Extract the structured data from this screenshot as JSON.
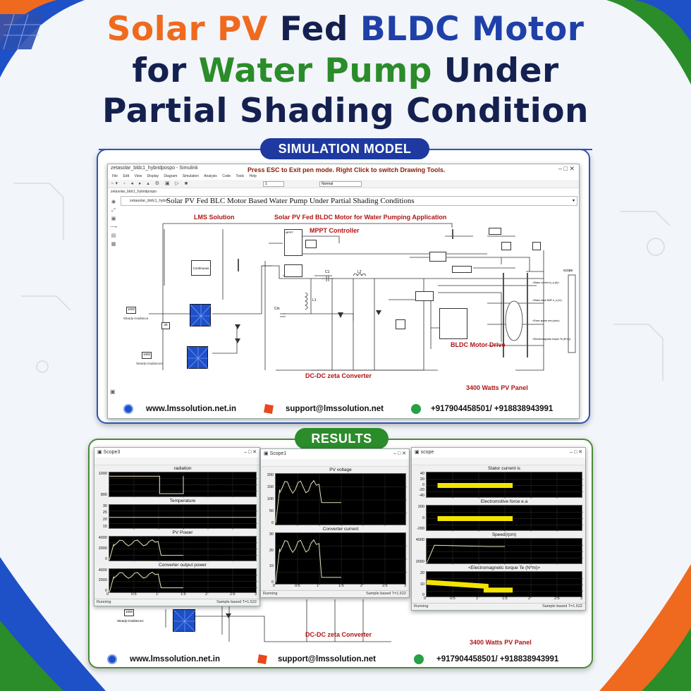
{
  "title": {
    "part1": "Solar PV",
    "part2": " Fed ",
    "part3": "BLDC Motor",
    "part4": "for ",
    "part5": "Water Pump",
    "part6": " Under",
    "line3": "Partial Shading Condition"
  },
  "sections": {
    "model": "SIMULATION MODEL",
    "results": "RESULTS"
  },
  "colors": {
    "orange": "#ef6a1e",
    "navy": "#14204f",
    "blue": "#1e40a8",
    "green": "#2b8c2a"
  },
  "simulink": {
    "window_title": "zetasolar_bldc1_hybridpospo - Simulink",
    "banner": "Press ESC to Exit pen mode.  Right Click to switch Drawing Tools.",
    "menu": [
      "File",
      "Edit",
      "View",
      "Display",
      "Diagram",
      "Simulation",
      "Analysis",
      "Code",
      "Tools",
      "Help"
    ],
    "sim_time": "1",
    "mode": "Normal",
    "breadcrumb": "zetasolar_bldc1_hybridpospo",
    "path": "zetasolar_bldc1_hybri",
    "model_title": "Solar  PV  Fed  BLC Motor  Based  Water  Pump  Under  Partial  Shading  Conditions",
    "labels": {
      "lms": "LMS Solution",
      "app": "Solar PV Fed BLDC Motor for Water Pumping Application",
      "mppt": "MPPT Controller",
      "bldc": "BLDC Motor Drive",
      "zeta": "DC-DC zeta Converter",
      "panel": "3400 Watts PV Panel",
      "continuous": "Continuous",
      "irr1": "1000",
      "irr1_label": "Steady-irradiance",
      "irr2": "1000",
      "irr2_label": "Steady-irradiance1",
      "temp": "25",
      "scope": "scope",
      "c1": "C1",
      "l2": "L2",
      "l1": "L1",
      "cin": "Cin",
      "mppt_block": "MPPT"
    },
    "sig": [
      "<Stator current is_a (A)>",
      "<Stator back EMF e_a (V)>",
      "<Rotor speed wm (rpm)>",
      "<Electromagnetic torque Te (N*m)>"
    ]
  },
  "contact": {
    "website": "www.lmssolution.net.in",
    "email": "support@lmssolution.net",
    "phone": "+917904458501/ +918838943991"
  },
  "scopes": [
    {
      "title": "Scope3",
      "plots": [
        {
          "name": "radiation",
          "yticks": [
            "1000",
            "800"
          ]
        },
        {
          "name": "Temperature",
          "yticks": [
            "30",
            "25",
            "20",
            "15"
          ]
        },
        {
          "name": "PV Power",
          "yticks": [
            "4000",
            "2000",
            "0"
          ]
        },
        {
          "name": "Converter output power",
          "yticks": [
            "4000",
            "2000",
            "0"
          ]
        }
      ],
      "xticks": [
        "0",
        "0.5",
        "1",
        "1.5",
        "2",
        "2.5",
        "3"
      ],
      "status": "Running",
      "sample": "Sample based  T=1.522"
    },
    {
      "title": "Scope1",
      "plots": [
        {
          "name": "PV voltage",
          "yticks": [
            "200",
            "150",
            "100",
            "50",
            "0"
          ]
        },
        {
          "name": "Converter current",
          "yticks": [
            "30",
            "20",
            "10",
            "0"
          ]
        }
      ],
      "xticks": [
        "0",
        "0.5",
        "1",
        "1.5",
        "2",
        "2.5",
        "3"
      ],
      "status": "Running",
      "sample": "Sample based  T=1.522"
    },
    {
      "title": "scope",
      "plots": [
        {
          "name": "Stator current is",
          "yticks": [
            "40",
            "20",
            "0",
            "-20",
            "-40"
          ]
        },
        {
          "name": "Electromotive force e.a",
          "yticks": [
            "200",
            "0",
            "-200"
          ]
        },
        {
          "name": "Speed(rpm)",
          "yticks": [
            "4000",
            "2000"
          ]
        },
        {
          "name": "<Electromagnetic torque Te (N*m)>",
          "yticks": [
            "20",
            "10",
            "0"
          ]
        }
      ],
      "xticks": [
        "0",
        "0.5",
        "1",
        "1.5",
        "2",
        "2.5",
        "3"
      ],
      "status": "Running",
      "sample": "Sample based  T=1.522"
    }
  ],
  "bottom_labels": {
    "zeta": "DC-DC zeta Converter",
    "panel": "3400 Watts PV Panel",
    "irr": "1000",
    "irr_label": "Steady-irradiance1"
  }
}
